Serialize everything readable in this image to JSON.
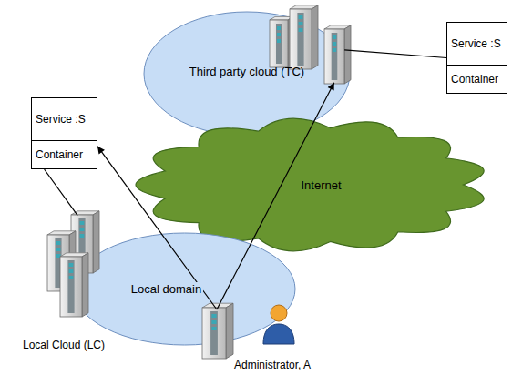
{
  "diagram": {
    "nodes": [
      {
        "text": [
          "Third party cloud (TC)"
        ]
      },
      {
        "text": [
          "Service :S",
          "Container"
        ]
      },
      {
        "text": [
          "Service :S",
          "Container"
        ]
      },
      {
        "text": [
          "Internet"
        ]
      },
      {
        "text": [
          "Local domain"
        ]
      },
      {
        "text": [
          "Local Cloud (LC)"
        ]
      },
      {
        "text": [
          "Administrator, A"
        ]
      }
    ],
    "edges": [
      {
        "from": 6,
        "to": 2,
        "arrow": "to"
      },
      {
        "from": 6,
        "to": 0,
        "arrow": "to"
      },
      {
        "from": 5,
        "to": 2,
        "arrow": "none"
      },
      {
        "from": 0,
        "to": 1,
        "arrow": "none"
      }
    ]
  }
}
